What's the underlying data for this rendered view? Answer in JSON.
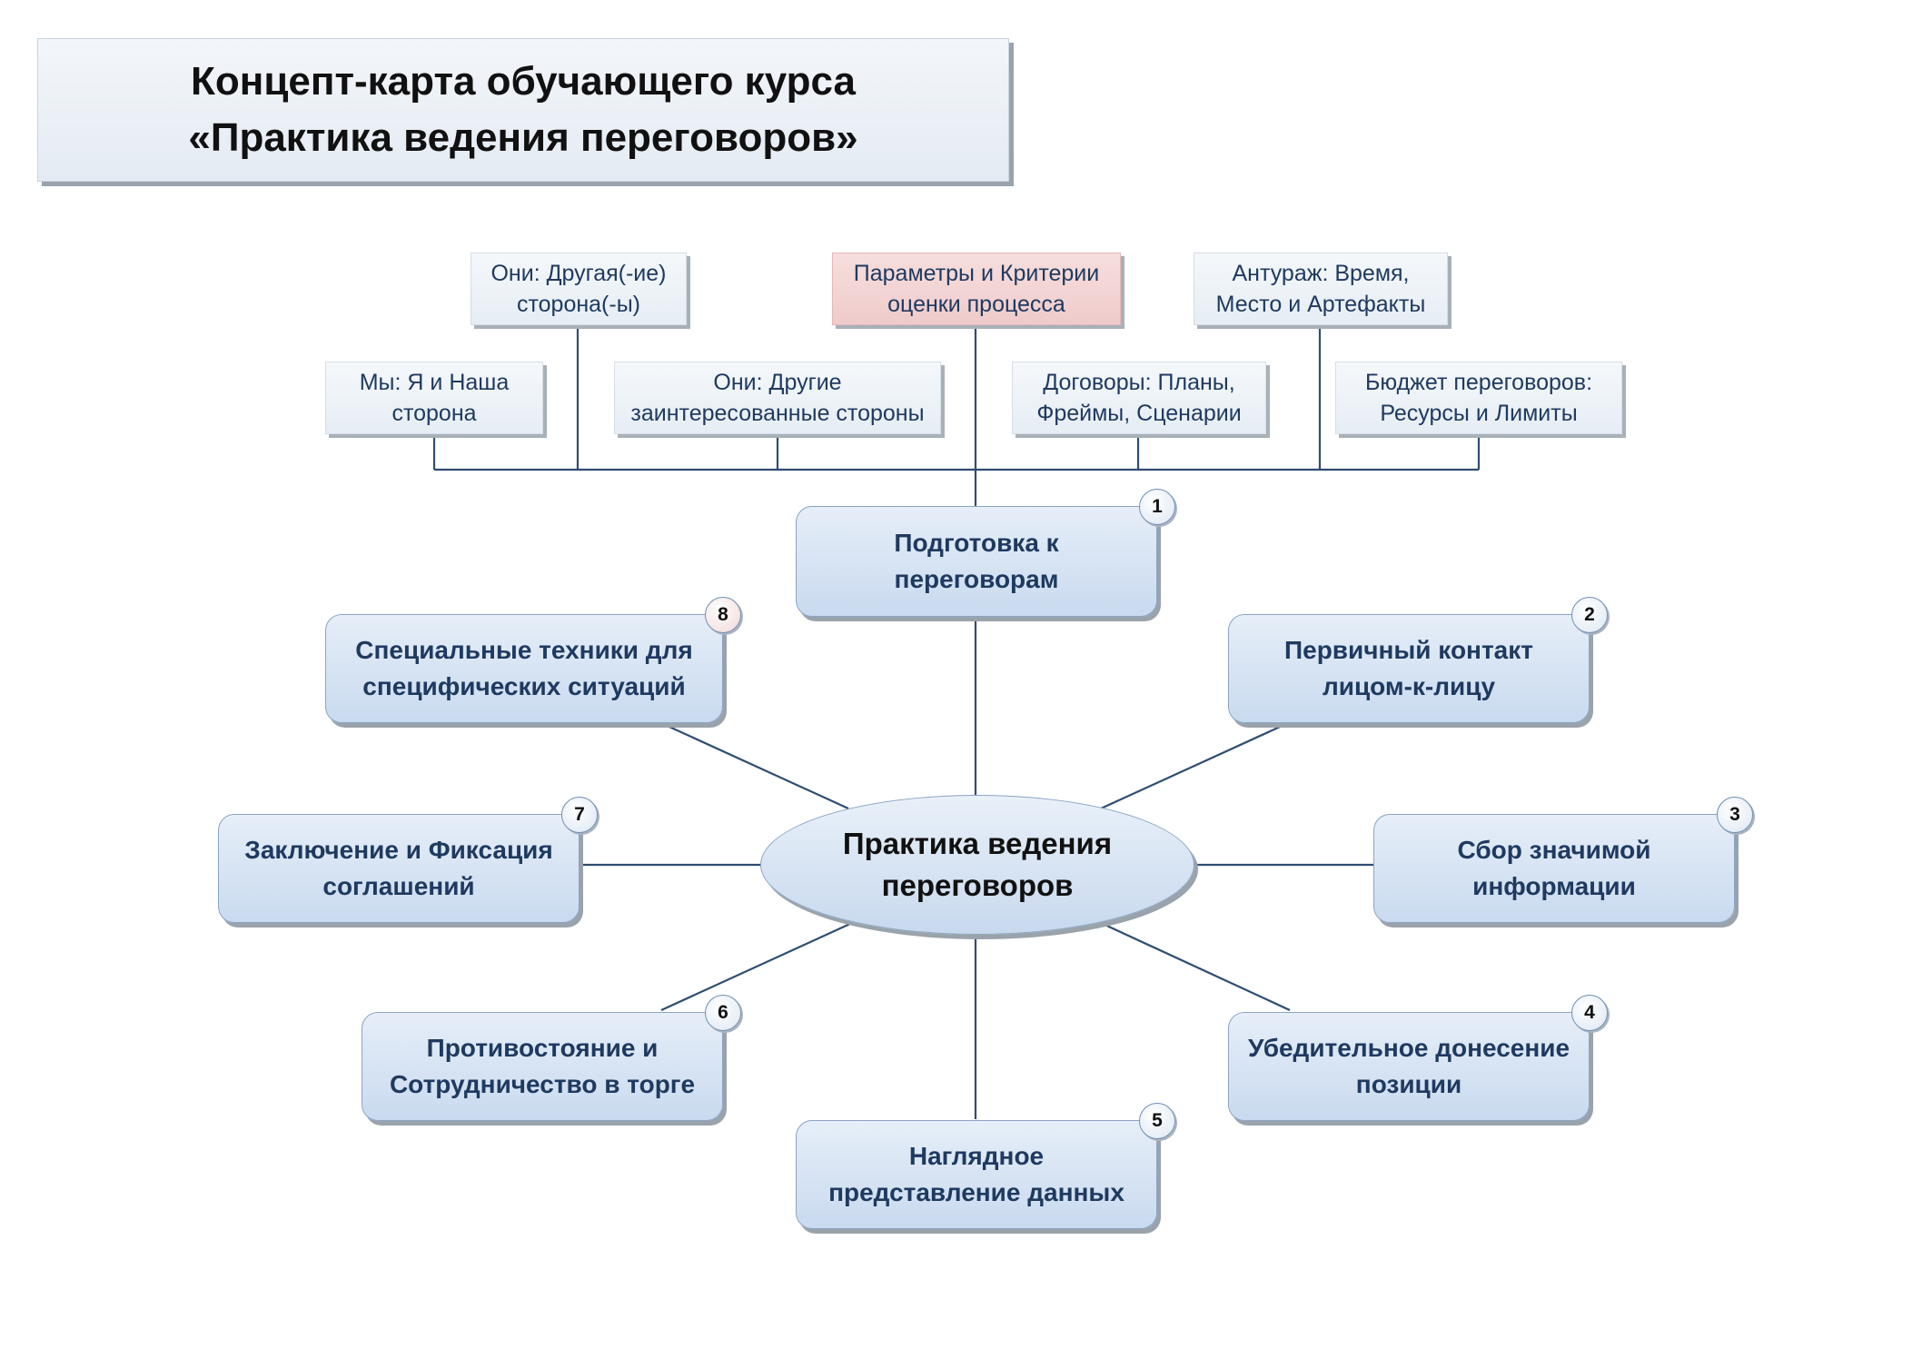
{
  "title": {
    "line1": "Концепт-карта обучающего курса",
    "line2": "«Практика ведения переговоров»"
  },
  "center": {
    "line1": "Практика ведения",
    "line2": "переговоров"
  },
  "subtopics": {
    "them_other_sides": {
      "line1": "Они: Другая(-ие)",
      "line2": "сторона(-ы)"
    },
    "params_criteria": {
      "line1": "Параметры и Критерии",
      "line2": "оценки процесса"
    },
    "entourage": {
      "line1": "Антураж: Время,",
      "line2": "Место и Артефакты"
    },
    "we_our_side": {
      "line1": "Мы: Я и Наша",
      "line2": "сторона"
    },
    "them_stakeholders": {
      "line1": "Они: Другие",
      "line2": "заинтересованные стороны"
    },
    "agreements": {
      "line1": "Договоры: Планы,",
      "line2": "Фреймы, Сценарии"
    },
    "budget": {
      "line1": "Бюджет переговоров:",
      "line2": "Ресурсы и Лимиты"
    }
  },
  "modules": [
    {
      "num": "1",
      "line1": "Подготовка к",
      "line2": "переговорам"
    },
    {
      "num": "2",
      "line1": "Первичный контакт",
      "line2": "лицом-к-лицу"
    },
    {
      "num": "3",
      "line1": "Сбор значимой",
      "line2": "информации"
    },
    {
      "num": "4",
      "line1": "Убедительное донесение",
      "line2": "позиции"
    },
    {
      "num": "5",
      "line1": "Наглядное",
      "line2": "представление данных"
    },
    {
      "num": "6",
      "line1": "Противостояние и",
      "line2": "Сотрудничество в торге"
    },
    {
      "num": "7",
      "line1": "Заключение и Фиксация",
      "line2": "соглашений"
    },
    {
      "num": "8",
      "line1": "Специальные техники для",
      "line2": "специфических ситуаций"
    }
  ],
  "colors": {
    "connector": "#2e4d72",
    "node_fill": "#c9daef",
    "highlight_fill": "#efcbcb",
    "text": "#1f3a60"
  }
}
